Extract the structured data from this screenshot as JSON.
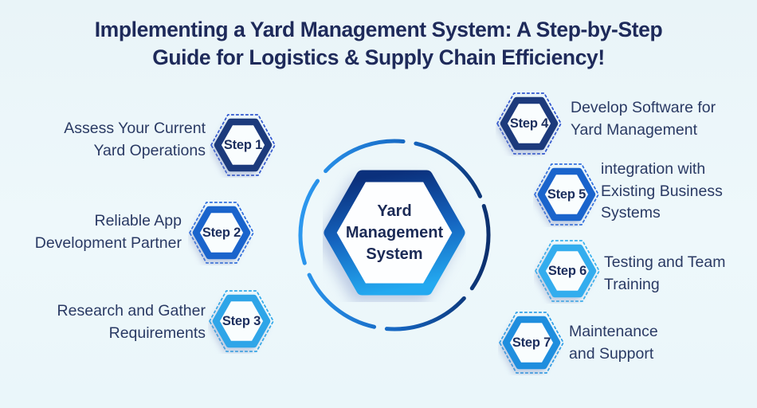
{
  "title": {
    "lines": [
      "Implementing a Yard Management System: A Step-by-Step",
      "Guide for Logistics & Supply Chain Efficiency!"
    ]
  },
  "center": {
    "label_lines": [
      "Yard",
      "Management",
      "System"
    ]
  },
  "steps": [
    {
      "badge": "Step 1",
      "label_lines": [
        "Assess Your Current",
        "Yard Operations"
      ],
      "accent_solid": "#1c3a7c",
      "accent_dotted": "#2e55cf"
    },
    {
      "badge": "Step 2",
      "label_lines": [
        "Reliable App",
        "Development Partner"
      ],
      "accent_solid": "#1a64cc",
      "accent_dotted": "#2e6ede"
    },
    {
      "badge": "Step 3",
      "label_lines": [
        "Research and Gather",
        "Requirements"
      ],
      "accent_solid": "#2fa5e8",
      "accent_dotted": "#31a9ea"
    },
    {
      "badge": "Step 4",
      "label_lines": [
        "Develop Software for",
        "Yard Management"
      ],
      "accent_solid": "#1c3a7c",
      "accent_dotted": "#2e55cf"
    },
    {
      "badge": "Step 5",
      "label_lines": [
        "integration with",
        "Existing Business",
        "Systems"
      ],
      "accent_solid": "#1a64cc",
      "accent_dotted": "#2e6ede"
    },
    {
      "badge": "Step 6",
      "label_lines": [
        "Testing and Team",
        "Training"
      ],
      "accent_solid": "#33adee",
      "accent_dotted": "#38b0ee"
    },
    {
      "badge": "Step 7",
      "label_lines": [
        "Maintenance",
        "and Support"
      ],
      "accent_solid": "#1f8ede",
      "accent_dotted": "#2f9fe8"
    }
  ],
  "palette": {
    "background": "#edf7fa",
    "title_color": "#1e2a5a",
    "label_color": "#2a3a64",
    "badge_color": "#1c2e5e",
    "dashed_circle_gradient": [
      "#2d9bf2",
      "#0a2a66"
    ],
    "center_hexagon_gradient": [
      "#0b307c",
      "#1565c0",
      "#23a9f0"
    ]
  }
}
